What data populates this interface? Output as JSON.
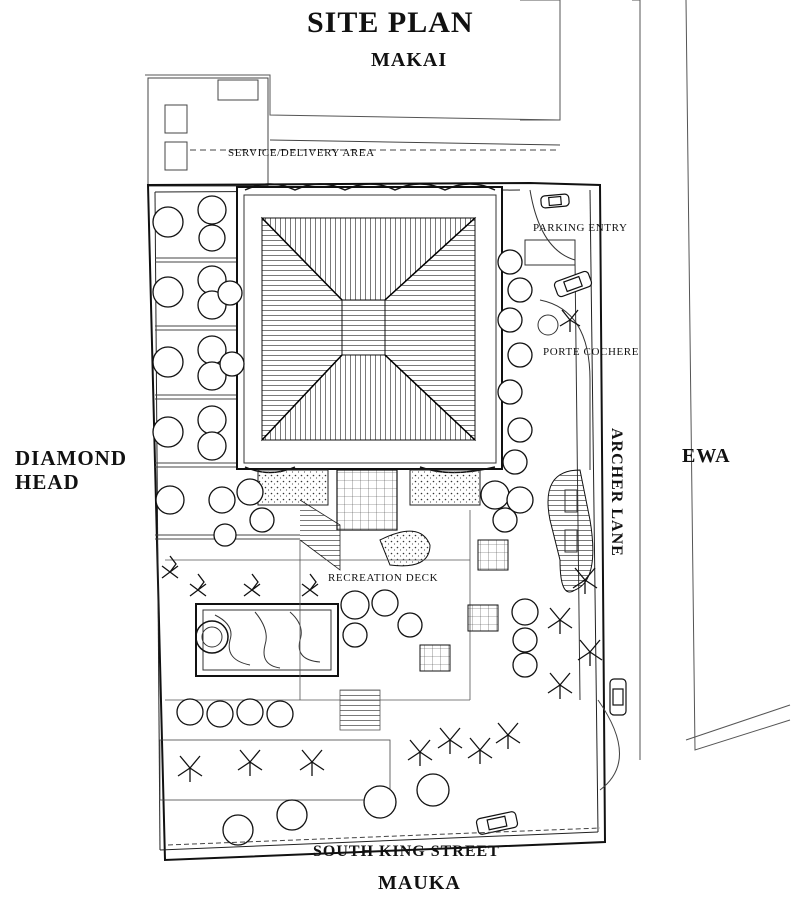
{
  "title": "SITE PLAN",
  "orientation": {
    "top": "MAKAI",
    "bottom": "MAUKA",
    "left_line1": "DIAMOND",
    "left_line2": "HEAD",
    "right": "EWA"
  },
  "streets": {
    "south": "SOUTH KING STREET",
    "east": "ARCHER LANE"
  },
  "areas": {
    "service": "SERVICE/DELIVERY AREA",
    "parking": "PARKING ENTRY",
    "porte": "PORTE COCHERE",
    "recreation": "RECREATION DECK"
  }
}
